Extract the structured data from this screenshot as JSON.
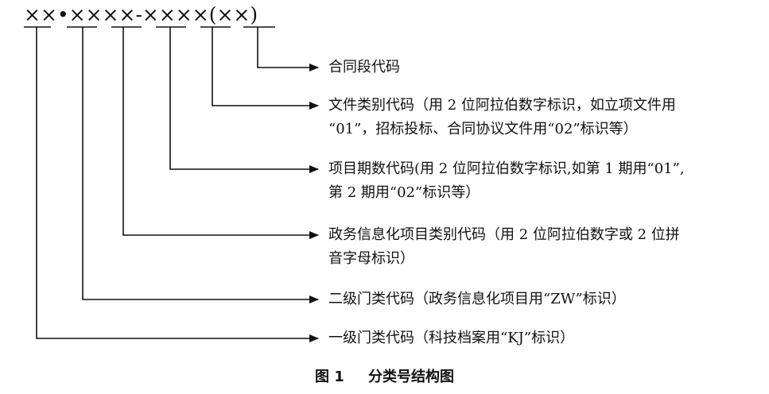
{
  "code": {
    "seg1": "××",
    "dot": "•",
    "seg2": "××××",
    "dash": "-",
    "seg3": "××××",
    "seg4": "(××)"
  },
  "notes": [
    {
      "lines": [
        "合同段代码"
      ]
    },
    {
      "lines": [
        "文件类别代码（用 2 位阿拉伯数字标识，如立项文件用",
        "“01”，招标投标、合同协议文件用“02”标识等）"
      ]
    },
    {
      "lines": [
        "项目期数代码(用 2 位阿拉伯数字标识,如第 1 期用“01”,",
        "第 2 期用“02”标识等）"
      ]
    },
    {
      "lines": [
        "政务信息化项目类别代码（用 2 位阿拉伯数字或 2 位拼",
        "音字母标识）"
      ]
    },
    {
      "lines": [
        "二级门类代码（政务信息化项目用“ZW”标识）"
      ]
    },
    {
      "lines": [
        "一级门类代码（科技档案用“KJ”标识）"
      ]
    }
  ],
  "caption": {
    "label": "图 1",
    "title": "分类号结构图"
  }
}
